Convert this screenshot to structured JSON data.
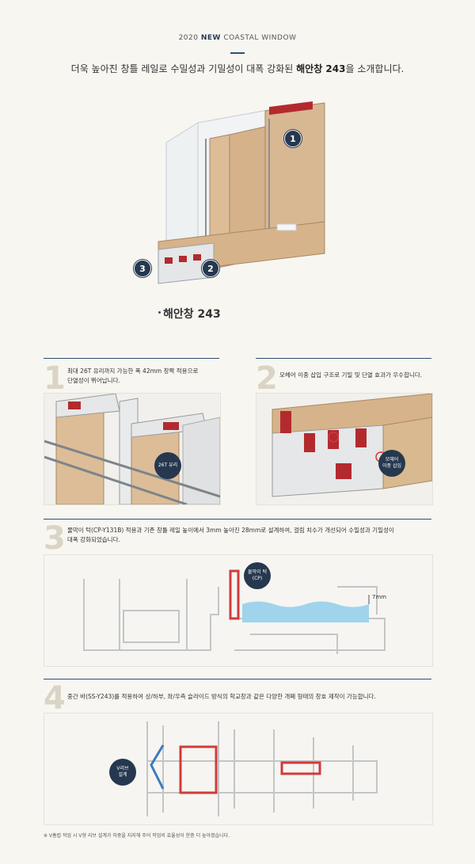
{
  "header": {
    "year": "2020",
    "new_label": "NEW",
    "subtitle": "COASTAL WINDOW"
  },
  "intro": {
    "before": "더욱 높아진 창틀 레일로 수밀성과 기밀성이 대폭 강화된 ",
    "bold": "해안창 243",
    "after": "을 소개합니다."
  },
  "hero": {
    "badges": [
      "1",
      "2",
      "3"
    ],
    "product_name": "해안창 243"
  },
  "sections": [
    {
      "number": "1",
      "text_line1": "최대 26T 유리까지 가능한 폭 42mm 창짝 적용으로",
      "text_line2": "단열성이 뛰어납니다.",
      "callout": "26T 유리"
    },
    {
      "number": "2",
      "text_line1": "모헤어 이중 삽입 구조로 기밀 및 단열 효과가 우수합니다.",
      "callout_line1": "모헤어",
      "callout_line2": "이중 삽입"
    },
    {
      "number": "3",
      "text_line1": "물막이 턱(CP-Y131B) 적용과 기존 창틀 레일 높이에서 3mm 높아진 28mm로 설계하여, 걸림 치수가 개선되어 수밀성과 기밀성이",
      "text_line2": "대폭 강화되었습니다.",
      "callout_line1": "물막이 턱",
      "callout_line2": "(CP)",
      "dimension": "7mm"
    },
    {
      "number": "4",
      "text_line1": "중간 바(SS-Y243)를 적용하여 상/하부, 좌/우측 슬라이드 방식의 학교창과 같은 다양한 개폐 형태의 창호 제작이 가능합니다.",
      "callout_line1": "V리브",
      "callout_line2": "설계"
    }
  ],
  "footnote": "※ V홈컵 작업 시 V형 리브 설계가 하중을 지지해 주어 작업의 효율성이 한층 더 높아졌습니다.",
  "colors": {
    "navy": "#26384f",
    "accent_line": "#2e4e72",
    "frame_red": "#b32a2e",
    "wood": "#d9b98f",
    "water": "#9fd4ec"
  }
}
